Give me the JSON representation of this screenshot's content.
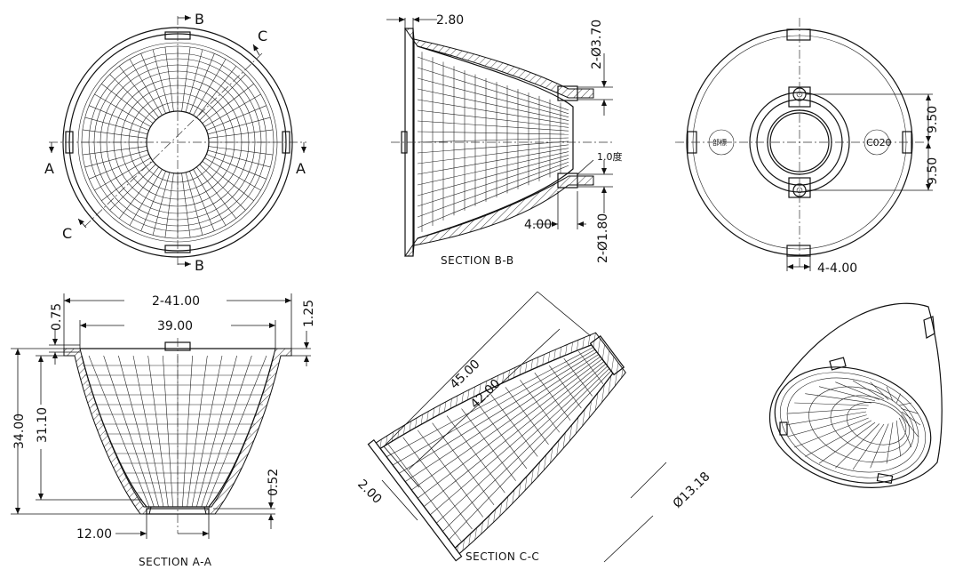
{
  "top_left": {
    "label_b_top": "B",
    "label_b_bottom": "B",
    "label_c_top": "C",
    "label_c_bottom": "C",
    "label_a_left": "A",
    "label_a_right": "A"
  },
  "section_bb": {
    "title": "SECTION B-B",
    "dim_wall": "2.80",
    "dim_holes_top": "2-Ø3.70",
    "dim_holes_bottom": "2-Ø1.80",
    "dim_draft": "1.0度",
    "dim_pin": "4.00"
  },
  "top_right": {
    "mark_left": "部標",
    "mark_right": "C020",
    "dim_upper": "9.50",
    "dim_lower": "9.50",
    "dim_tabs": "4-4.00"
  },
  "section_aa": {
    "title": "SECTION A-A",
    "dim_outer": "2-41.00",
    "dim_inner": "39.00",
    "dim_flange": "0.75",
    "dim_rim": "1.25",
    "dim_height_total": "34.00",
    "dim_height_inner": "31.10",
    "dim_bottom_step": "0.52",
    "dim_bottom_dia": "12.00"
  },
  "section_cc": {
    "title": "SECTION C-C",
    "dim_outer_len": "45.00",
    "dim_inner_len": "42.00",
    "dim_wall": "2.00",
    "dim_aperture": "Ø13.18"
  }
}
